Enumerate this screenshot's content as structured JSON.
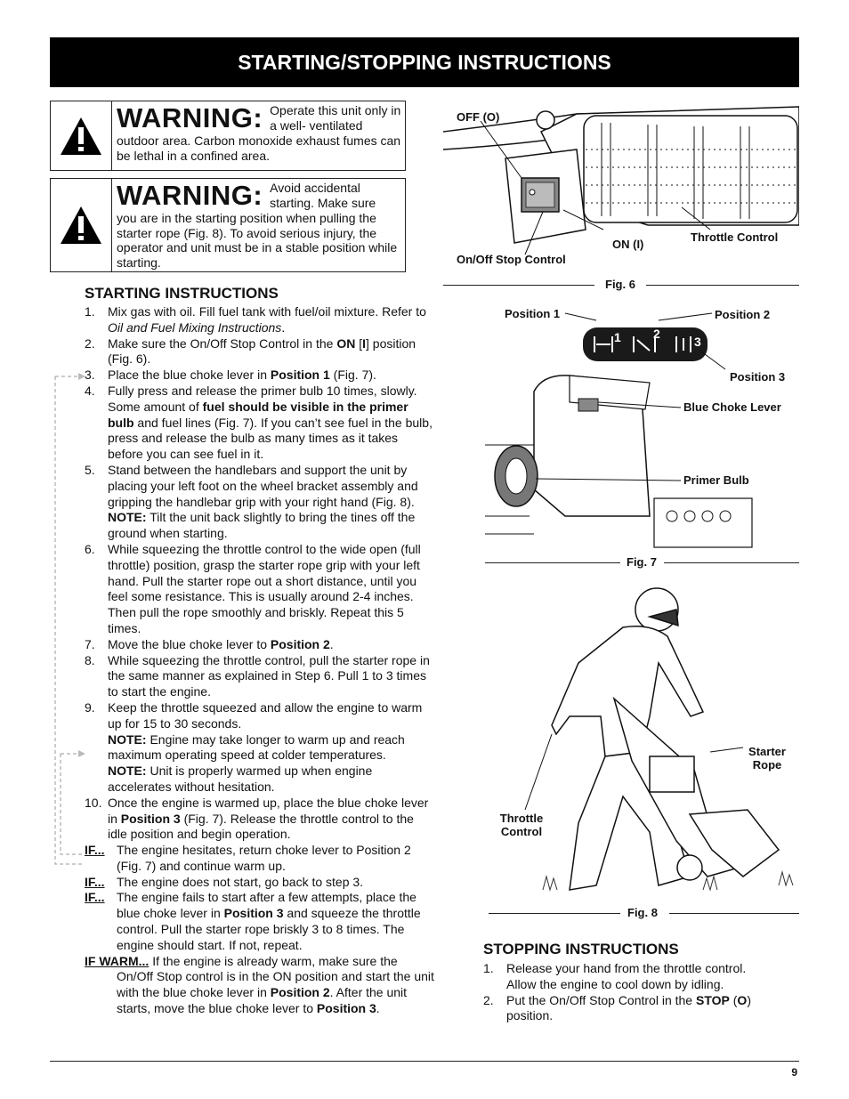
{
  "header": {
    "title": "STARTING/STOPPING INSTRUCTIONS"
  },
  "warnings": [
    {
      "title": "WARNING:",
      "text_first": "Operate this unit only in a well- ventilated",
      "text_rest": "outdoor area. Carbon monoxide exhaust fumes can be lethal in a confined area."
    },
    {
      "title": "WARNING:",
      "text_first": "Avoid accidental starting. Make sure",
      "text_rest": "you are in the starting position when pulling the starter rope (Fig. 8). To avoid serious injury, the operator and unit must be in a stable position while starting."
    }
  ],
  "starting": {
    "heading": "STARTING INSTRUCTIONS",
    "s1": "Mix gas with oil. Fill fuel tank with fuel/oil mixture. Refer to ",
    "s1i": "Oil and Fuel Mixing Instructions",
    "s2a": "Make sure the On/Off Stop Control in the ",
    "s2b": "ON",
    "s2c": " [",
    "s2d": "I",
    "s2e": "] position (Fig. 6).",
    "s3a": "Place the blue choke lever in ",
    "s3b": "Position 1",
    "s3c": " (Fig. 7).",
    "s4a": "Fully press and release the primer bulb 10 times, slowly. Some amount of ",
    "s4b": "fuel should be visible in the primer bulb",
    "s4c": " and fuel lines (Fig. 7). If you can’t see fuel in the bulb, press and release the bulb as many times as it takes before you can see fuel in it.",
    "s5": "Stand between the handlebars and support the unit by placing your left foot on the wheel bracket assembly and gripping the handlebar grip with your right hand (Fig. 8).",
    "s5n": "NOTE:",
    "s5nt": "  Tilt the unit back slightly to bring the tines off the ground when starting.",
    "s6": "While squeezing the throttle control to the wide open (full throttle) position, grasp the starter rope grip with your left hand.  Pull the starter rope out a short distance, until you feel some resistance. This is usually around 2-4 inches. Then pull the rope smoothly and briskly. Repeat this 5 times.",
    "s7a": "Move the blue choke lever to ",
    "s7b": "Position 2",
    "s8": "While squeezing the throttle control, pull the starter rope in the same manner as explained in Step 6. Pull 1 to 3 times to start the engine.",
    "s9": "Keep the throttle squeezed and allow the engine to warm up for 15 to 30 seconds.",
    "s9n1": "NOTE:",
    "s9n1t": "  Engine may take longer to warm up and reach maximum operating speed at colder temperatures.",
    "s9n2": "NOTE:",
    "s9n2t": "  Unit is properly warmed up when engine accelerates without hesitation.",
    "s10a": "Once the engine is warmed up, place the blue choke lever in ",
    "s10b": "Position 3",
    "s10c": " (Fig. 7). Release the throttle control to the idle position and begin operation.",
    "if_key": "IF...",
    "if1": "The engine hesitates, return choke lever to Position 2 (Fig. 7) and continue warm up.",
    "if2": "The engine does not start, go back to step 3.",
    "if3a": "The engine fails to start after a few attempts, place the blue choke lever in ",
    "if3b": "Position 3",
    "if3c": " and squeeze the throttle control. Pull the starter rope briskly 3 to 8 times. The engine should start. If not, repeat.",
    "ifw_key": "IF WARM...",
    "ifwa": "  If the engine is already warm, make sure the On/Off Stop control is in the ON position and start the unit with the blue choke lever in ",
    "ifwb": "Position 2",
    "ifwc": ". After the unit starts, move the blue choke lever to ",
    "ifwd": "Position 3"
  },
  "stopping": {
    "heading": "STOPPING INSTRUCTIONS",
    "s1": "Release your hand from the throttle control. Allow the engine to cool down by idling.",
    "s2a": "Put the On/Off Stop Control in the ",
    "s2b": "STOP",
    "s2c": " (",
    "s2d": "O",
    "s2e": ") position."
  },
  "fig6": {
    "caption": "Fig. 6",
    "off": "OFF (O)",
    "on": "ON (I)",
    "stop": "On/Off Stop Control",
    "throttle": "Throttle Control"
  },
  "fig7": {
    "caption": "Fig. 7",
    "p1": "Position 1",
    "p2": "Position 2",
    "p3": "Position 3",
    "choke": "Blue Choke Lever",
    "primer": "Primer Bulb",
    "n1": "1",
    "n2": "2",
    "n3": "3"
  },
  "fig8": {
    "caption": "Fig. 8",
    "starter1": "Starter",
    "starter2": "Rope",
    "throttle1": "Throttle",
    "throttle2": "Control"
  },
  "page_number": "9"
}
